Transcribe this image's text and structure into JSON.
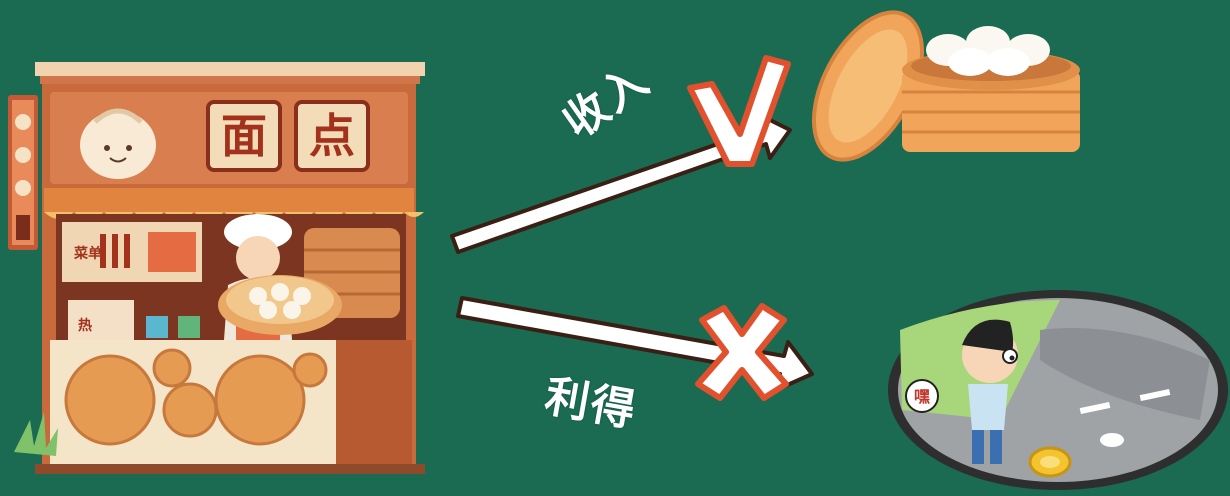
{
  "shop_sign": {
    "char_1": "面",
    "char_2": "点"
  },
  "menu_sign": {
    "text": "菜单"
  },
  "counter_tag": {
    "text": "热"
  },
  "paths": [
    {
      "label": "收入",
      "verdict": "correct",
      "mark": "check-mark",
      "target": "steamer-of-buns"
    },
    {
      "label": "利得",
      "verdict": "wrong",
      "mark": "cross-mark",
      "target": "coin-on-road"
    }
  ],
  "speech_bubble": {
    "text": "嘿"
  },
  "colors": {
    "background": "#1a6b52",
    "arrow_fill": "#ffffff",
    "arrow_outline": "#3a1f14",
    "check_fill": "#ffffff",
    "check_outline": "#e2512e",
    "cross_fill": "#ffffff",
    "cross_outline": "#e2512e",
    "shop_wood": "#c96a3c",
    "steamer_wood": "#f0a55a"
  }
}
